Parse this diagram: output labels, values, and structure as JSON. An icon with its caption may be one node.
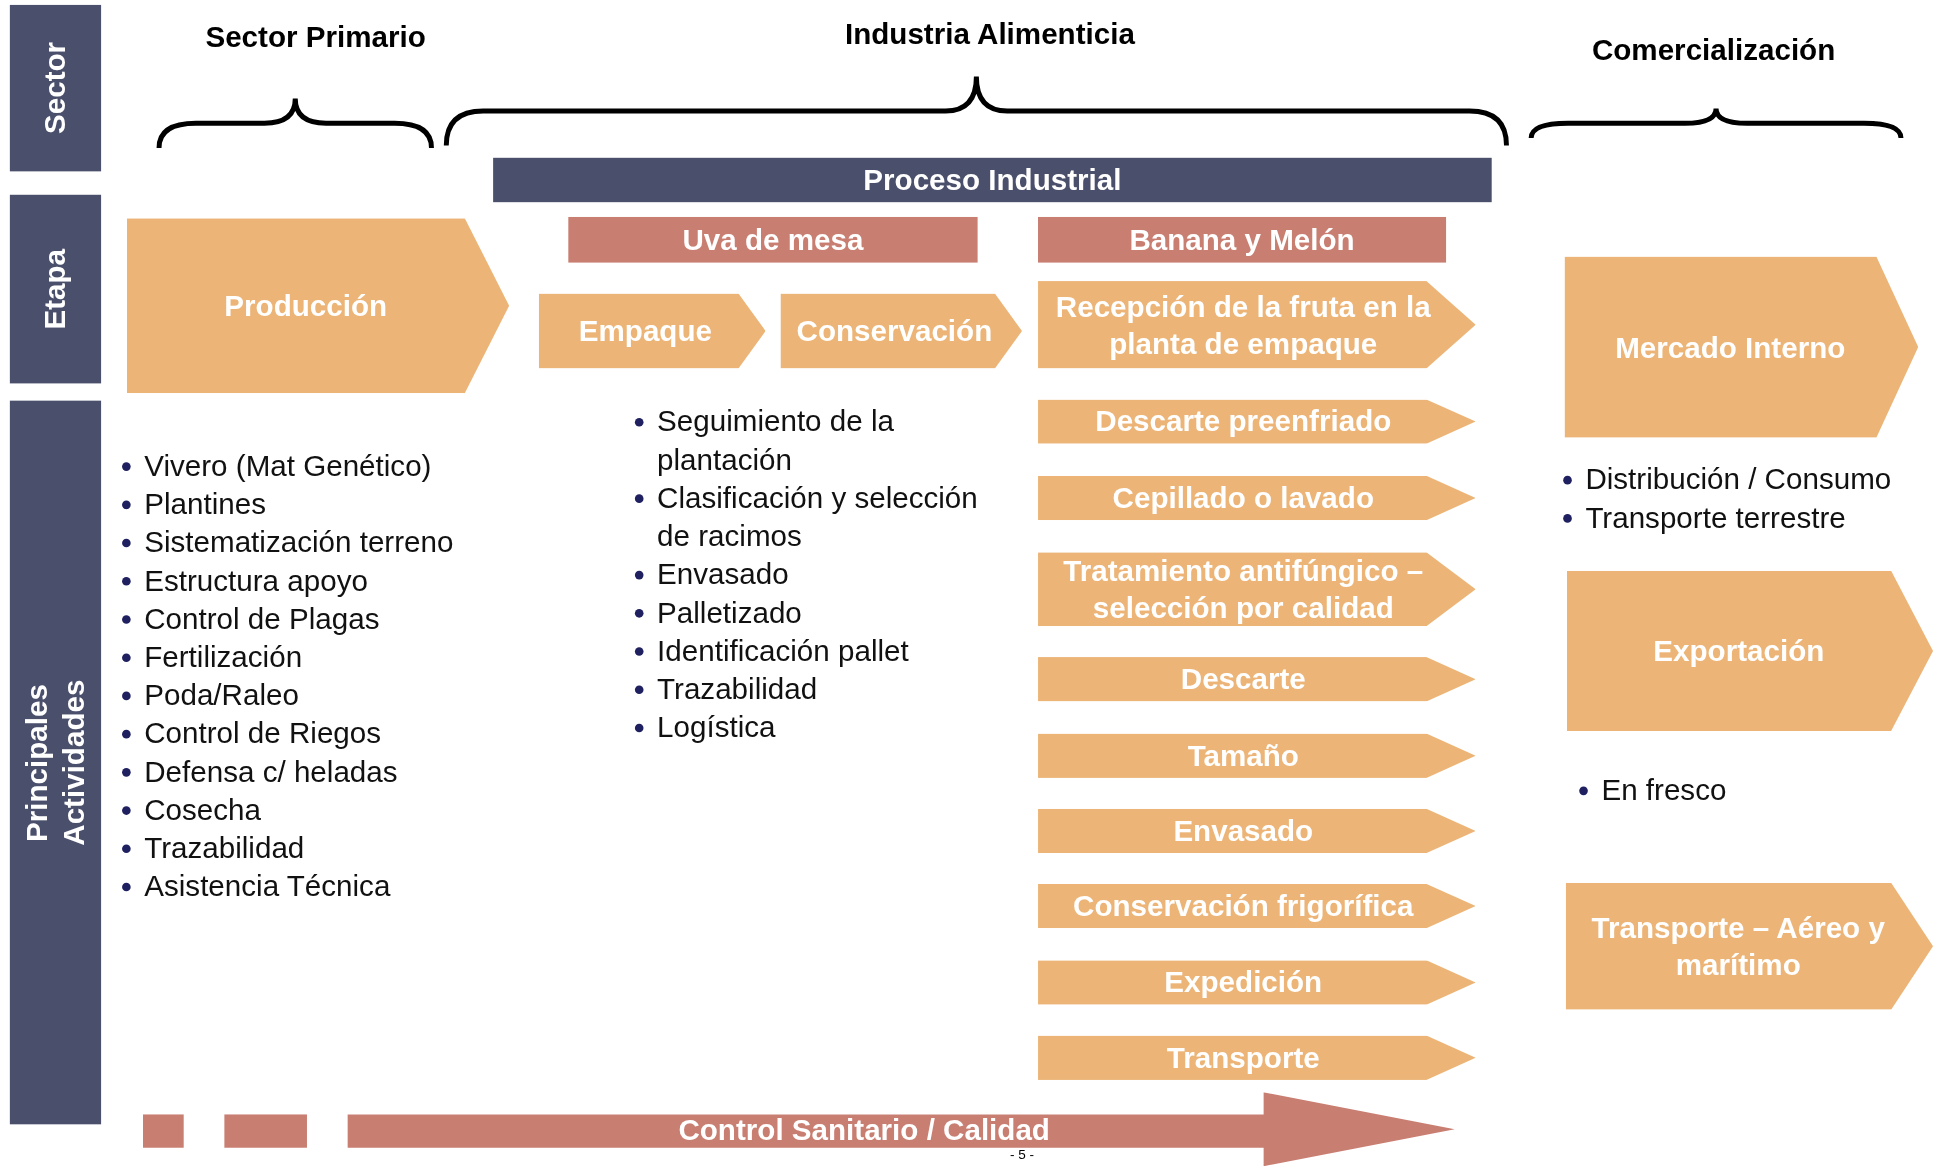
{
  "diagram": {
    "nodes": [
      {
        "text": [
          "Sector"
        ]
      },
      {
        "text": [
          "Etapa"
        ]
      },
      {
        "text": [
          "Principales Actividades"
        ]
      },
      {
        "text": [
          "Proceso Industrial"
        ]
      },
      {
        "text": [
          "Uva de mesa"
        ]
      },
      {
        "text": [
          "Banana y Melón"
        ]
      },
      {
        "text": [
          "Producción"
        ]
      },
      {
        "text": [
          "Empaque"
        ]
      },
      {
        "text": [
          "Conservación"
        ]
      },
      {
        "text": [
          "Recepción de la fruta en la planta de empaque"
        ]
      },
      {
        "text": [
          "Descarte preenfriado"
        ]
      },
      {
        "text": [
          "Cepillado o lavado"
        ]
      },
      {
        "text": [
          "Tratamiento antifúngico – selección por calidad"
        ]
      },
      {
        "text": [
          "Descarte"
        ]
      },
      {
        "text": [
          "Tamaño"
        ]
      },
      {
        "text": [
          "Envasado"
        ]
      },
      {
        "text": [
          "Conservación frigorífica"
        ]
      },
      {
        "text": [
          "Expedición"
        ]
      },
      {
        "text": [
          "Transporte"
        ]
      },
      {
        "text": [
          "Mercado Interno"
        ]
      },
      {
        "text": [
          "Exportación"
        ]
      },
      {
        "text": [
          "Transporte – Aéreo y marítimo"
        ]
      },
      {
        "text": [
          "Control Sanitario / Calidad"
        ]
      }
    ],
    "labels": [
      "Sector Primario",
      "Industria Alimenticia",
      "Comercialización",
      "Vivero (Mat Genético)",
      "Plantines",
      "Sistematización terreno",
      "Estructura apoyo",
      "Control de Plagas",
      "Fertilización",
      "Poda/Raleo",
      "Control de Riegos",
      "Defensa c/ heladas",
      "Cosecha",
      "Trazabilidad",
      "Asistencia Técnica",
      "Seguimiento de la plantación",
      "Clasificación y selección de racimos",
      "Envasado",
      "Palletizado",
      "Identificación pallet",
      "Trazabilidad",
      "Logística",
      "Distribución / Consumo",
      "Transporte terrestre",
      "En fresco",
      "- 5 -"
    ]
  }
}
